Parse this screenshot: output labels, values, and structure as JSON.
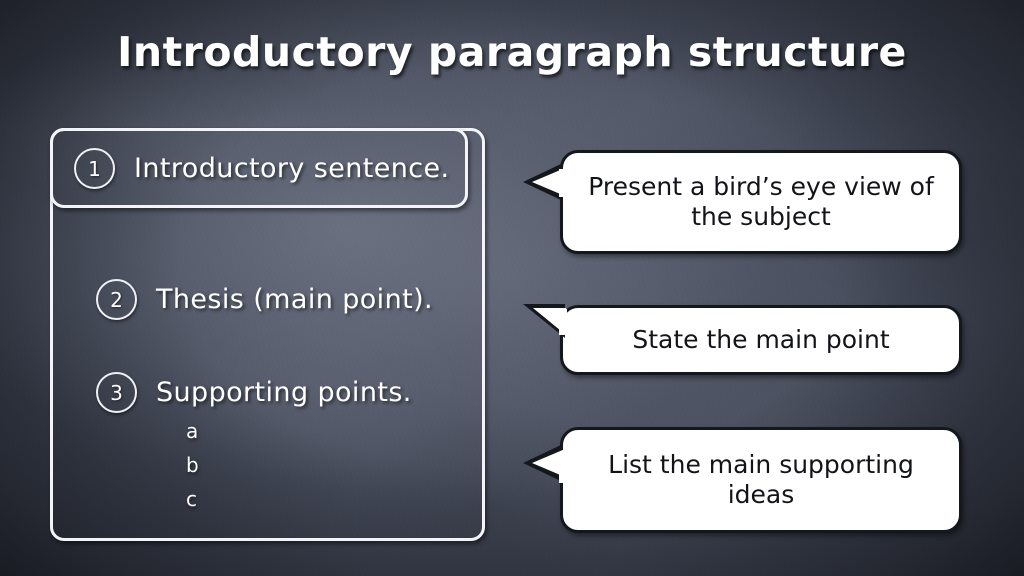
{
  "slide": {
    "title": "Introductory paragraph structure",
    "background_color": "#4b5060",
    "vignette_color": "#2b2f3a",
    "text_color": "#ffffff",
    "callout_fill": "#ffffff",
    "callout_border": "#14171c"
  },
  "steps": [
    {
      "number": "1",
      "label": "Introductory sentence."
    },
    {
      "number": "2",
      "label": "Thesis (main point)."
    },
    {
      "number": "3",
      "label": "Supporting points."
    }
  ],
  "sub_items": [
    {
      "label": "a"
    },
    {
      "label": "b"
    },
    {
      "label": "c"
    }
  ],
  "callouts": [
    {
      "text": "Present a bird’s eye view of the subject"
    },
    {
      "text": "State the main point"
    },
    {
      "text": "List the main supporting ideas"
    }
  ]
}
